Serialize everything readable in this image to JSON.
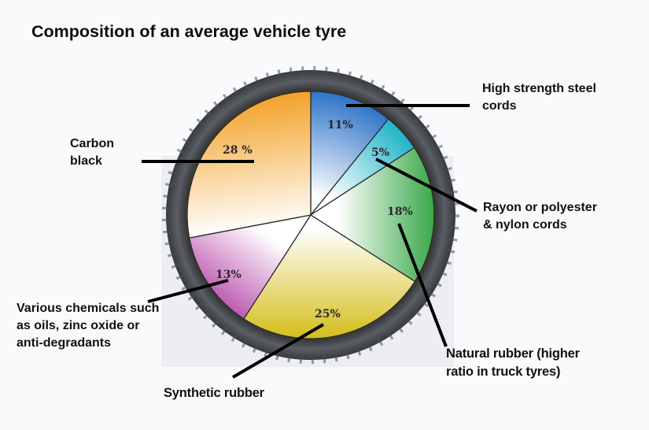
{
  "title": "Composition of an average vehicle tyre",
  "labels": {
    "steel": "High strength steel\ncords",
    "rayon": "Rayon or polyester\n& nylon cords",
    "natural": "Natural rubber (higher\nratio in truck tyres)",
    "synthetic": "Synthetic rubber",
    "chemicals": "Various chemicals such\nas oils, zinc oxide or\nanti-degradants",
    "carbon": "Carbon\nblack"
  },
  "slices": {
    "steel": "11%",
    "rayon": "5%",
    "natural": "18%",
    "synthetic": "25%",
    "chemicals": "13%",
    "carbon": "28 %"
  },
  "colors": {
    "steel": "#2f74c8",
    "rayon": "#2fb8cc",
    "natural": "#3aa84a",
    "synthetic": "#d9c428",
    "chemicals": "#b02aa0",
    "carbon": "#f0a030",
    "tyre": "#3a3d42"
  },
  "chart_data": {
    "type": "pie",
    "title": "Composition of an average vehicle tyre",
    "categories": [
      "High strength steel cords",
      "Rayon or polyester & nylon cords",
      "Natural rubber (higher ratio in truck tyres)",
      "Synthetic rubber",
      "Various chemicals such as oils, zinc oxide or anti-degradants",
      "Carbon black"
    ],
    "values": [
      11,
      5,
      18,
      25,
      13,
      28
    ],
    "unit": "%",
    "legend": "none (leader-line callouts)",
    "start_angle_deg": 0,
    "direction": "clockwise"
  }
}
